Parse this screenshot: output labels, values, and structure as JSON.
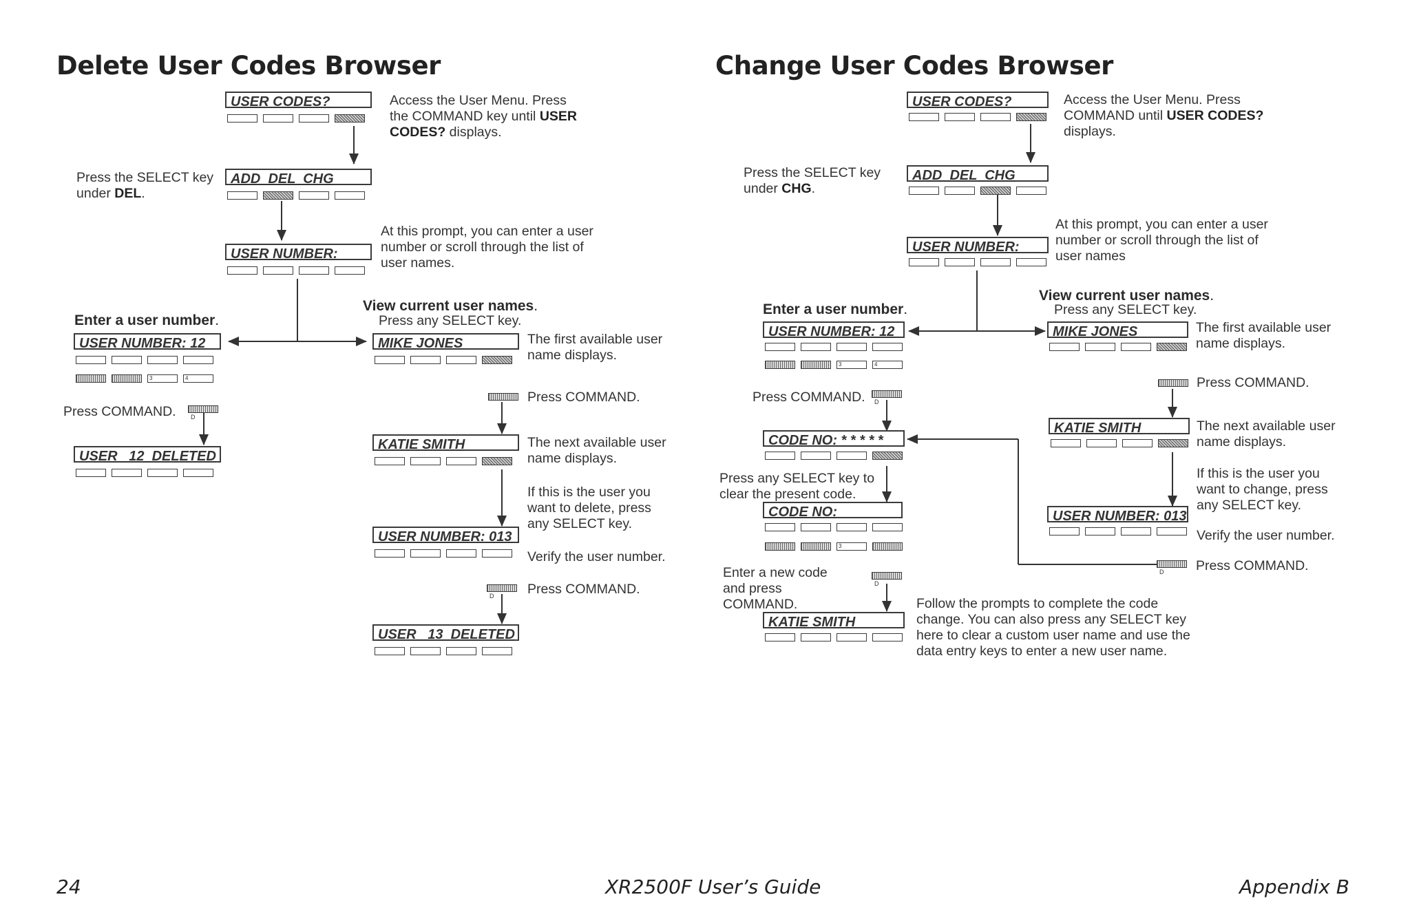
{
  "left": {
    "title": "Delete User Codes Browser",
    "lcd": {
      "user_codes": "USER CODES?",
      "add_del_chg": "ADD  DEL  CHG",
      "user_number": "USER NUMBER:",
      "user_number_12": "USER NUMBER: 12",
      "user_12_deleted": "USER   12  DELETED",
      "mike_jones": "MIKE JONES",
      "katie_smith": "KATIE SMITH",
      "user_number_013": "USER NUMBER: 013",
      "user_13_deleted": "USER   13  DELETED"
    },
    "text": {
      "access_1": "Access the User Menu. Press",
      "access_2": "the COMMAND key until ",
      "access_2b": "USER",
      "access_3b": "CODES?",
      "access_3": " displays.",
      "select_1": "Press the SELECT key",
      "select_2": "under ",
      "select_2b": "DEL",
      "select_2c": ".",
      "prompt_1": "At this prompt, you can enter a user",
      "prompt_2": "number or scroll through the list of",
      "prompt_3": "user names.",
      "enter_heading": "Enter a user number",
      "enter_dot": ".",
      "view_heading": "View current user names",
      "view_dot": ".",
      "press_any_select": "Press any SELECT key.",
      "first_1": "The first available user",
      "first_2": "name displays.",
      "press_command": "Press COMMAND.",
      "press_command_2": "Press COMMAND.",
      "press_command_3": "Press COMMAND.",
      "next_1": "The next available user",
      "next_2": "name displays.",
      "if_1": "If this is the user you",
      "if_2": "want to delete, press",
      "if_3": "any SELECT key.",
      "verify": "Verify the user number."
    }
  },
  "right": {
    "title": "Change User Codes Browser",
    "lcd": {
      "user_codes": "USER CODES?",
      "add_del_chg": "ADD  DEL  CHG",
      "user_number": "USER NUMBER:",
      "user_number_12": "USER NUMBER: 12",
      "code_no_stars": "CODE NO: * * * * *",
      "code_no": "CODE NO:",
      "katie_smith_left": "KATIE SMITH",
      "mike_jones": "MIKE JONES",
      "katie_smith": "KATIE SMITH",
      "user_number_013": "USER NUMBER: 013"
    },
    "text": {
      "access_1": "Access the User Menu. Press",
      "access_2": "COMMAND until ",
      "access_2b": "USER CODES?",
      "access_3": "displays.",
      "select_1": "Press the SELECT key",
      "select_2": "under ",
      "select_2b": "CHG",
      "select_2c": ".",
      "prompt_1": "At this prompt, you can enter a user",
      "prompt_2": "number or scroll through the list of",
      "prompt_3": "user names",
      "enter_heading": "Enter a user number",
      "enter_dot": ".",
      "view_heading": "View current user names",
      "view_dot": ".",
      "press_any_select": "Press any SELECT key.",
      "first_1": "The first available user",
      "first_2": "name displays.",
      "press_command_left": "Press COMMAND.",
      "press_command_r1": "Press COMMAND.",
      "press_command_r2": "Press COMMAND.",
      "next_1": "The next available user",
      "next_2": "name displays.",
      "if_1": "If this is the user you",
      "if_2": "want to change, press",
      "if_3": "any SELECT key.",
      "verify": "Verify the user number.",
      "clear_1": "Press any SELECT key to",
      "clear_2": "clear the present code.",
      "new_1": "Enter a new code",
      "new_2": "and press",
      "new_3": "COMMAND.",
      "follow_1": "Follow the prompts to complete the code",
      "follow_2": "change. You can also press any SELECT key",
      "follow_3": "here to clear a custom user name and use the",
      "follow_4": "data entry keys to enter a new user name."
    }
  },
  "key_labels": {
    "d": "D",
    "k3": "3",
    "k4": "4"
  },
  "footer": {
    "page_number": "24",
    "guide_title": "XR2500F User’s Guide",
    "appendix": "Appendix B"
  }
}
